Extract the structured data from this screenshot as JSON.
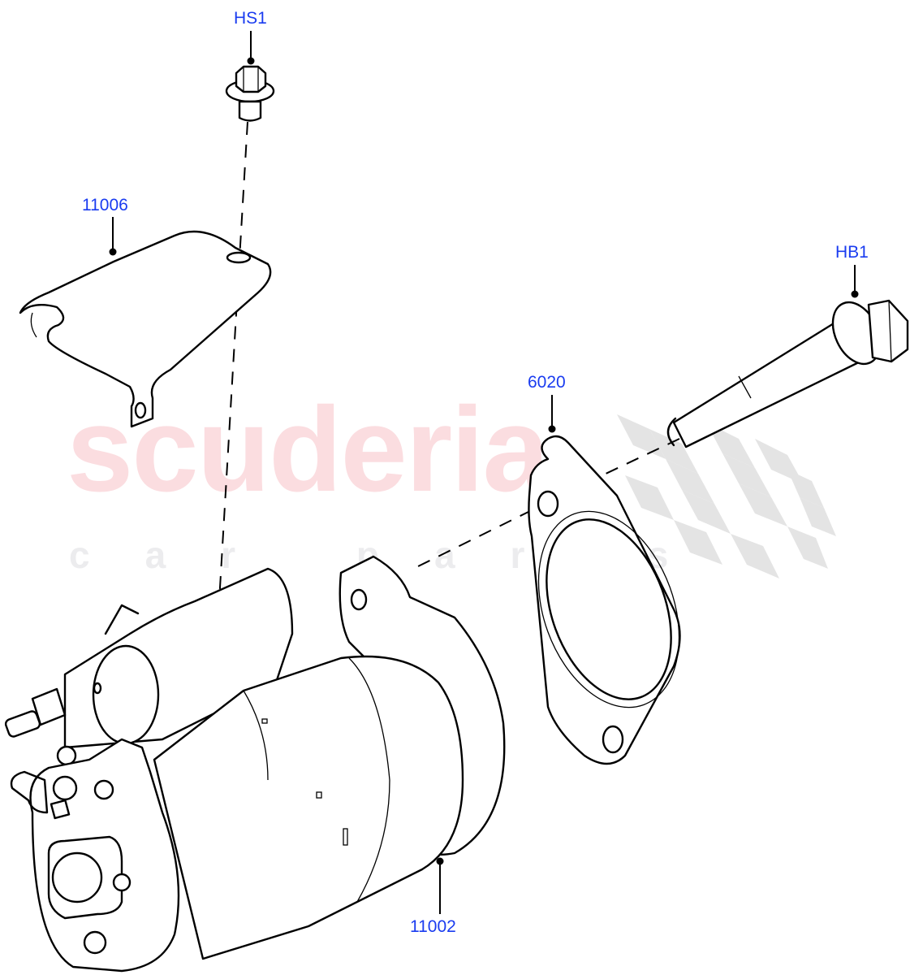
{
  "diagram": {
    "type": "exploded-parts-diagram",
    "subject": "Starter motor assembly",
    "label_color": "#1a3cf0",
    "line_color": "#000000",
    "callouts": [
      {
        "id": "HS1",
        "label": "HS1",
        "part": "bolt (hex flange, short)"
      },
      {
        "id": "11006",
        "label": "11006",
        "part": "heat shield bracket"
      },
      {
        "id": "HB1",
        "label": "HB1",
        "part": "bolt (hex flange, long)"
      },
      {
        "id": "6020",
        "label": "6020",
        "part": "gasket / spacer plate"
      },
      {
        "id": "11002",
        "label": "11002",
        "part": "starter motor"
      }
    ]
  },
  "watermark": {
    "brand": "scuderia",
    "tagline": "car parts",
    "brand_color": "#fbdde0",
    "tagline_color": "#ececee",
    "flag_color": "#e4e4e4"
  }
}
